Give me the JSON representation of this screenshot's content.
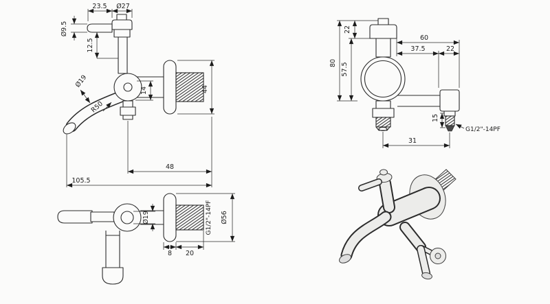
{
  "drawing": {
    "kind": "faucet-dimension-drawing",
    "line_color": "#2b2b2b",
    "background": "#fbfbfa"
  },
  "views": {
    "side": {
      "d235": "23.5",
      "d27": "Ø27",
      "d95": "Ø9.5",
      "d125": "12.5",
      "d19": "Ø19",
      "r50": "R50",
      "d14": "14",
      "d44": "44",
      "d48": "48",
      "d1055": "105.5"
    },
    "front": {
      "d22_top": "22",
      "d80": "80",
      "d575": "57.5",
      "d60": "60",
      "d375": "37.5",
      "d22_right": "22",
      "d15": "15",
      "d31": "31",
      "thread": "G1/2\"-14PF"
    },
    "top": {
      "d19": "Ø19",
      "thread": "G1/2\"-14PF",
      "d56": "Ø56",
      "d8": "8",
      "d20": "20"
    }
  }
}
